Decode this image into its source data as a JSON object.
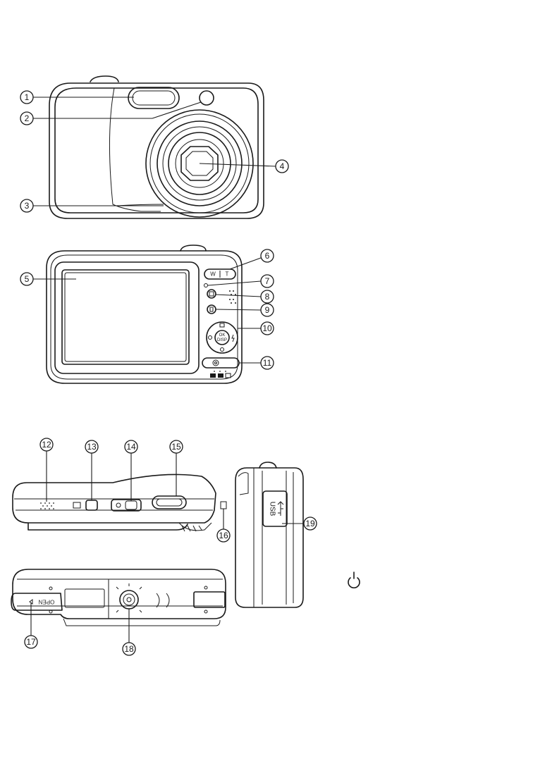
{
  "callouts": {
    "c1": "1",
    "c2": "2",
    "c3": "3",
    "c4": "4",
    "c5": "5",
    "c6": "6",
    "c7": "7",
    "c8": "8",
    "c9": "9",
    "c10": "10",
    "c11": "11",
    "c12": "12",
    "c13": "13",
    "c14": "14",
    "c15": "15",
    "c16": "16",
    "c17": "17",
    "c18": "18",
    "c19": "19"
  },
  "labels": {
    "zoom_w": "W",
    "zoom_t": "T",
    "ok_top": "OK",
    "ok_bottom": "DISP",
    "usb_port": "USB",
    "battery_door": "OPEN"
  },
  "icons": {
    "power": "power-icon"
  }
}
